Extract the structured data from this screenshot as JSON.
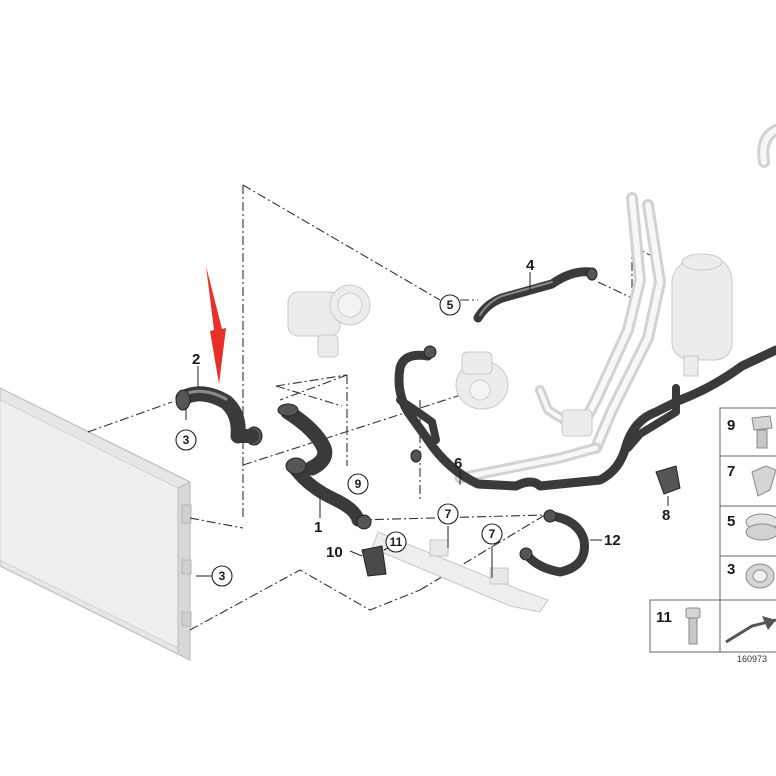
{
  "callouts": {
    "c1": "1",
    "c2": "2",
    "c3a": "3",
    "c3b": "3",
    "c4": "4",
    "c5": "5",
    "c6": "6",
    "c7a": "7",
    "c7b": "7",
    "c8": "8",
    "c9": "9",
    "c10": "10",
    "c11": "11",
    "c12": "12"
  },
  "legend": {
    "rows": [
      {
        "number": "9",
        "part": "bolt"
      },
      {
        "number": "7",
        "part": "clamp"
      },
      {
        "number": "5",
        "part": "sleeve"
      },
      {
        "number": "3",
        "part": "hose-connector"
      },
      {
        "number": "11",
        "part": "screw"
      }
    ]
  },
  "reference_code": "160973",
  "colors": {
    "arrow": "#e8302a",
    "hose": "#3a3a3a",
    "ghost_part": "#ececec",
    "radiator": "#e4e4e4"
  },
  "annotation": {
    "icon": "red-arrow-icon",
    "points_to": "2"
  }
}
